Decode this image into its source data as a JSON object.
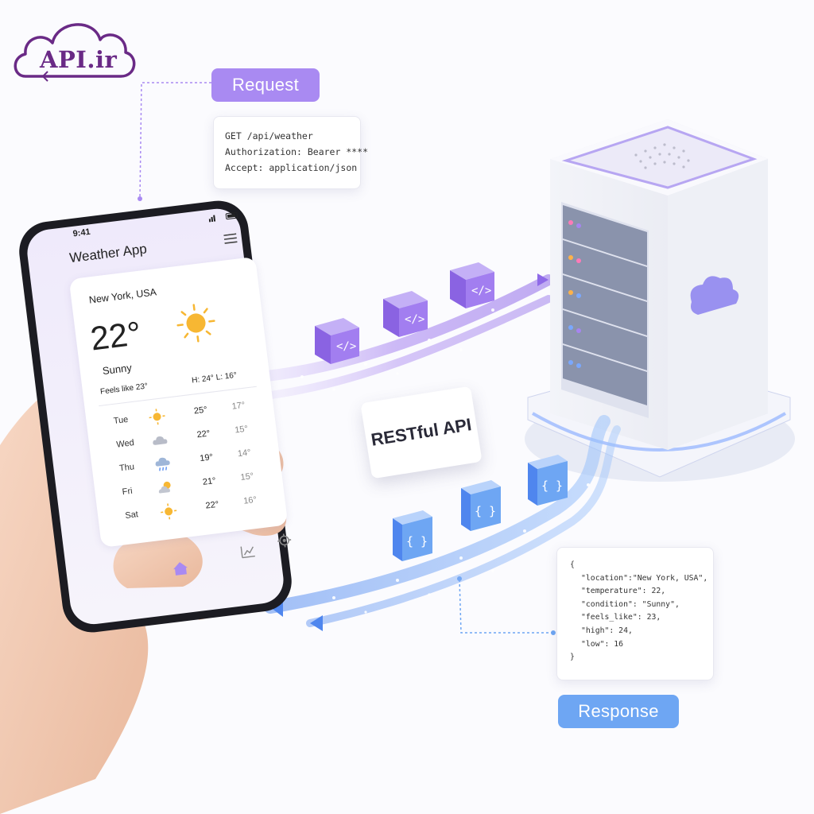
{
  "logo": {
    "text": "API.ir"
  },
  "request": {
    "label": "Request",
    "lines": [
      "GET /api/weather",
      "Authorization: Bearer ****",
      "Accept: application/json"
    ]
  },
  "response": {
    "label": "Response",
    "lines": [
      "{",
      "\"location\":\"New York, USA\",",
      "\"temperature\": 22,",
      "\"condition\": \"Sunny\",",
      "\"feels_like\": 23,",
      "\"high\": 24,",
      "\"low\": 16",
      "}"
    ]
  },
  "api_label": "RESTful API",
  "phone": {
    "time": "9:41",
    "app_title": "Weather App",
    "location": "New York, USA",
    "temperature": "22°",
    "condition": "Sunny",
    "feels_like": "Feels like 23°",
    "high_low": "H: 24°   L: 16°",
    "forecast": [
      {
        "day": "Tue",
        "icon": "sun-icon",
        "high": "25°",
        "low": "17°"
      },
      {
        "day": "Wed",
        "icon": "cloud-icon",
        "high": "22°",
        "low": "15°"
      },
      {
        "day": "Thu",
        "icon": "rain-cloud-icon",
        "high": "19°",
        "low": "14°"
      },
      {
        "day": "Fri",
        "icon": "partly-cloudy-icon",
        "high": "21°",
        "low": "15°"
      },
      {
        "day": "Sat",
        "icon": "sun-icon",
        "high": "22°",
        "low": "16°"
      }
    ],
    "nav_icons": [
      "home-icon",
      "chart-icon",
      "gear-icon"
    ]
  },
  "colors": {
    "request_accent": "#a98af2",
    "response_accent": "#6ea6f3",
    "logo": "#6a2a86",
    "sun": "#f7b733"
  }
}
